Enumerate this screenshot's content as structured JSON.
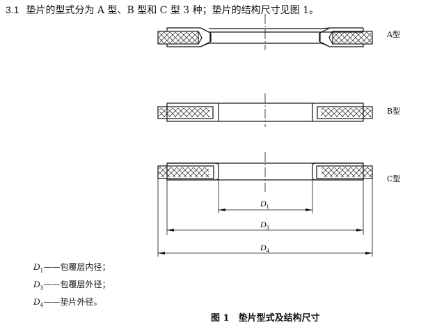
{
  "section": {
    "number": "3.1",
    "text": "垫片的型式分为 A 型、B 型和 C 型 3 种；垫片的结构尺寸见图 1。"
  },
  "figure": {
    "types": [
      "A型",
      "B型",
      "C型"
    ],
    "dimensions": [
      {
        "symbol": "D",
        "sub": "1",
        "meaning": "——包覆层内径；"
      },
      {
        "symbol": "D",
        "sub": "3",
        "meaning": "——包覆层外径；"
      },
      {
        "symbol": "D",
        "sub": "4",
        "meaning": "——垫片外径。"
      }
    ],
    "caption": "图 1　垫片型式及结构尺寸"
  }
}
